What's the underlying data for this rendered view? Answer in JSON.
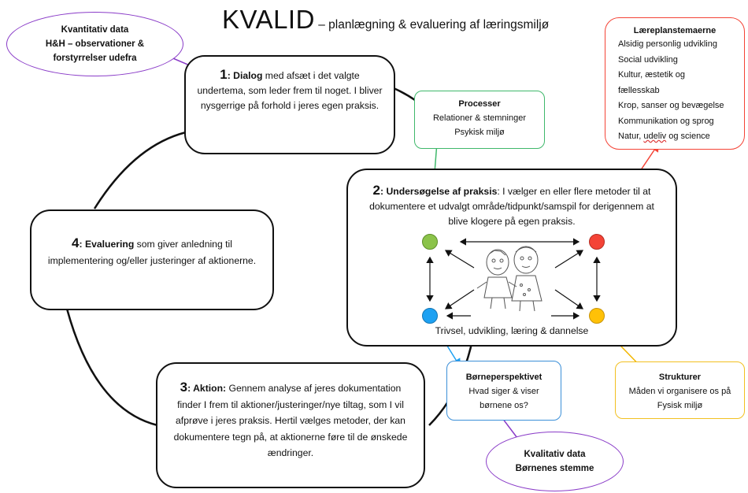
{
  "title": {
    "main": "KVALID",
    "sub": " – planlægning & evaluering af læringsmiljø"
  },
  "quant_oval": {
    "line1": "Kvantitativ data",
    "line2": "H&H – observationer &",
    "line3": "forstyrrelser udefra"
  },
  "qual_oval": {
    "line1": "Kvalitativ data",
    "line2": "Børnenes stemme"
  },
  "step1": {
    "num": "1",
    "heading": ": Dialog",
    "text": " med afsæt i det valgte undertema, som leder frem til noget. I bliver nysgerrige på forhold i jeres egen praksis."
  },
  "step2": {
    "num": "2",
    "heading": ": Undersøgelse af praksis",
    "text": ": I vælger en eller flere metoder til at dokumentere et udvalgt område/tidpunkt/samspil for derigennem at blive klogere på egen praksis.",
    "caption": "Trivsel, udvikling, læring & dannelse"
  },
  "step3": {
    "num": "3",
    "heading": ": Aktion:",
    "text": " Gennem analyse af jeres dokumentation finder I frem til aktioner/justeringer/nye tiltag, som I vil afprøve i jeres praksis. Hertil vælges metoder, der kan dokumentere tegn på, at aktionerne føre til de ønskede ændringer."
  },
  "step4": {
    "num": "4",
    "heading": ": Evaluering",
    "text": " som giver anledning til implementering og/eller justeringer af aktionerne."
  },
  "processer": {
    "title": "Processer",
    "line1": "Relationer & stemninger",
    "line2": "Psykisk miljø"
  },
  "laereplan": {
    "title": "Læreplanstemaerne",
    "items": [
      "Alsidig personlig udvikling",
      "Social udvikling",
      "Kultur, æstetik og",
      "fællesskab",
      "Krop, sanser og bevægelse",
      "Kommunikation og sprog"
    ],
    "last_a": "Natur, ",
    "last_wavy": "udeliv",
    "last_b": " og science"
  },
  "boerne": {
    "title": "Børneperspektivet",
    "line1": "Hvad siger & viser",
    "line2": "børnene os?"
  },
  "strukturer": {
    "title": "Strukturer",
    "line1": "Måden vi organisere os på",
    "line2": "Fysisk miljø"
  },
  "colors": {
    "green": "#8bc34a",
    "red": "#f44336",
    "blue": "#1da1f2",
    "yellow": "#ffc107",
    "purple": "#8a3cc8",
    "processer_border": "#3fb86b",
    "laereplan_border": "#f44336",
    "boerne_border": "#3b8fd8",
    "strukturer_border": "#f2c020"
  },
  "icons": {
    "children_drawing": "children-drawing-icon"
  }
}
